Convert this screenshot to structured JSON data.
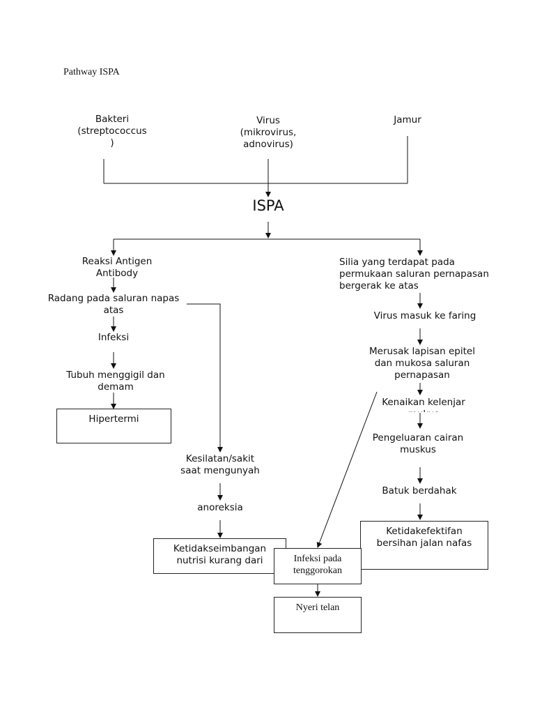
{
  "title": "Pathway ISPA",
  "causes": {
    "bakteri": "Bakteri\n(streptococcus\n)",
    "virus": "Virus\n(mikrovirus,\nadnovirus)",
    "jamur": "Jamur"
  },
  "center": "ISPA",
  "left_branch": {
    "reaksi": "Reaksi Antigen\nAntibody",
    "radang": "Radang pada saluran napas\natas",
    "infeksi": "Infeksi",
    "tubuh": "Tubuh menggigil dan\ndemam",
    "hipertermi": "Hipertermi",
    "kesilatan": "Kesilatan/sakit\nsaat mengunyah",
    "anoreksia": "anoreksia",
    "ketidakseimbangan": "Ketidakseimbangan\nnutrisi kurang dari"
  },
  "right_branch": {
    "silia": "Silia yang terdapat pada\npermukaan saluran pernapasan\nbergerak ke atas",
    "virus_masuk": "Virus masuk ke faring",
    "merusak": "Merusak lapisan epitel\ndan mukosa saluran\npernapasan",
    "kenaikan": "Kenaikan kelenjar\nmukus",
    "pengeluaran": "Pengeluaran cairan\nmuskus",
    "batuk": "Batuk berdahak",
    "ketidakefektifan": "Ketidakefektifan\nbersihan jalan nafas"
  },
  "bottom": {
    "infeksi_tenggorokan": "Infeksi pada\ntenggorokan",
    "nyeri": "Nyeri telan"
  }
}
